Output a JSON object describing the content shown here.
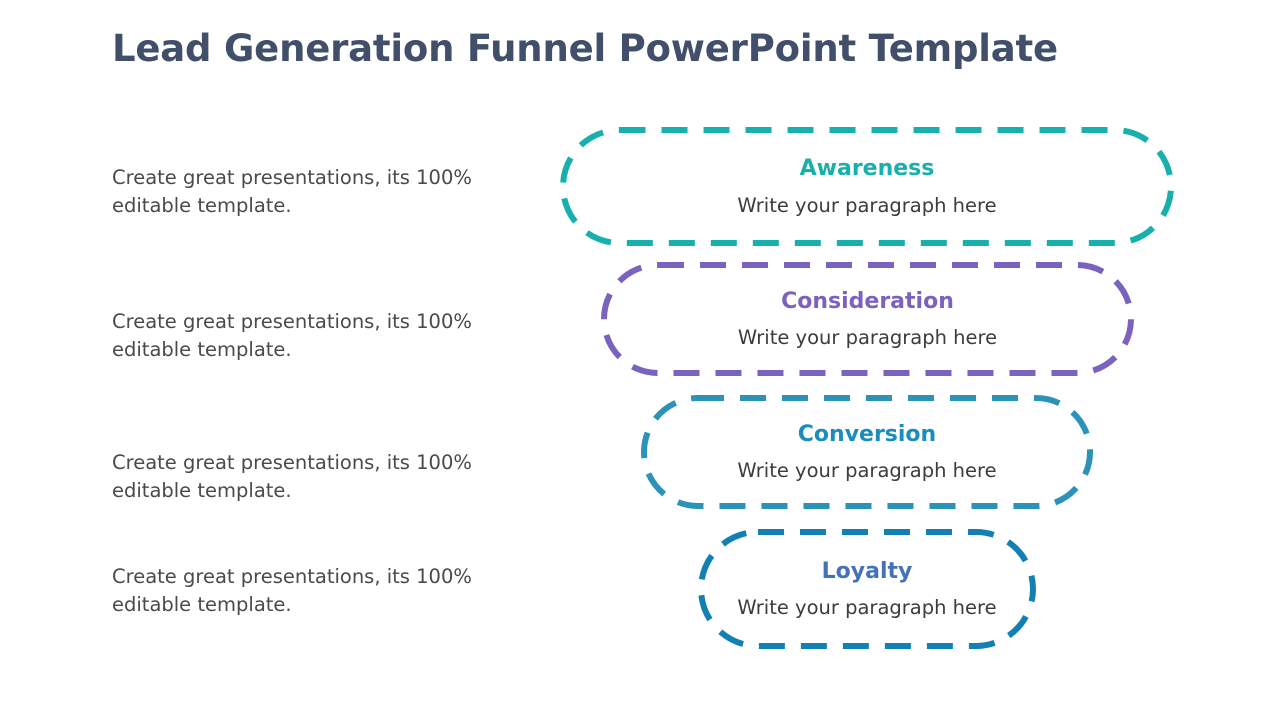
{
  "slide": {
    "title": "Lead Generation Funnel PowerPoint Template",
    "background_color": "#FFFFFF",
    "title_color": "#414F6B"
  },
  "descriptions": [
    {
      "text": "Create great presentations, its 100% editable template."
    },
    {
      "text": "Create great presentations, its 100% editable template."
    },
    {
      "text": "Create great presentations, its 100% editable template."
    },
    {
      "text": "Create great presentations, its 100% editable template."
    }
  ],
  "funnel": {
    "stages": [
      {
        "name": "Awareness",
        "body": "Write your paragraph here",
        "border_color": "#17B0AC",
        "title_color": "#17B0AC"
      },
      {
        "name": "Consideration",
        "body": "Write your paragraph here",
        "border_color": "#7B62BE",
        "title_color": "#7B62BE"
      },
      {
        "name": "Conversion",
        "body": "Write your paragraph here",
        "border_color": "#2B92B8",
        "title_color": "#1B8CBE"
      },
      {
        "name": "Loyalty",
        "body": "Write your paragraph here",
        "border_color": "#1380B4",
        "title_color": "#4472B8"
      }
    ]
  }
}
